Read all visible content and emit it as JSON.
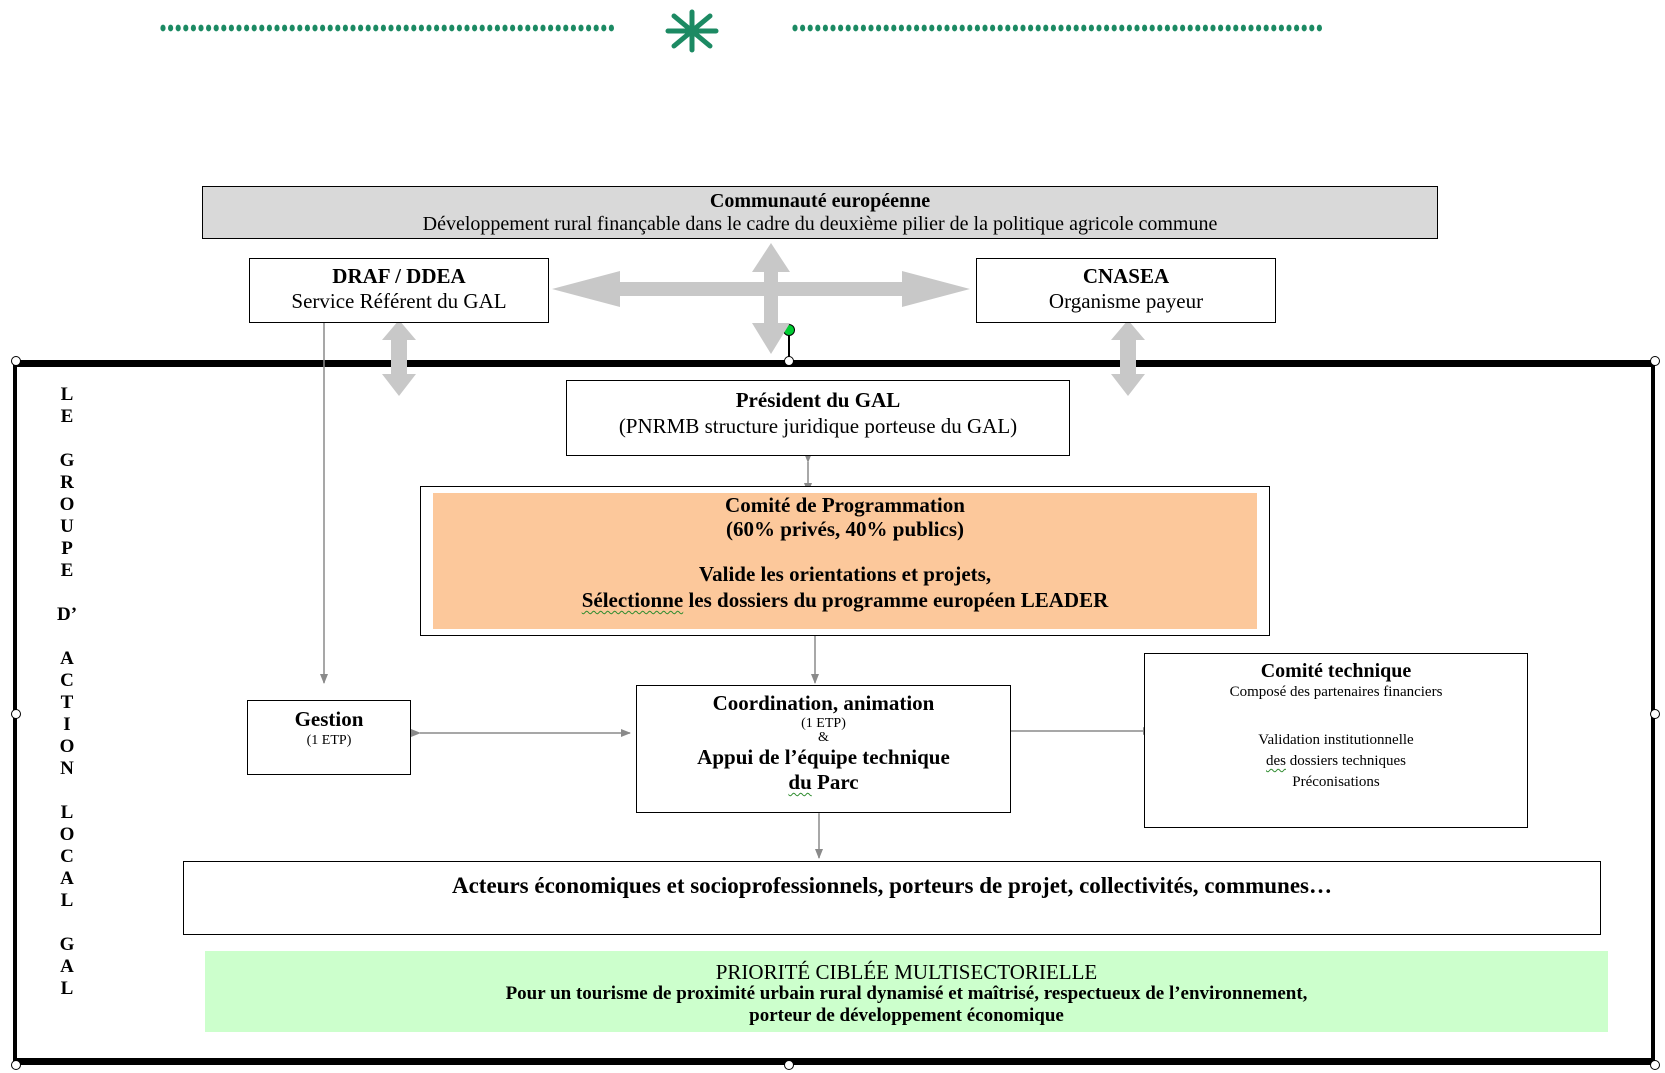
{
  "communaute": {
    "title": "Communauté européenne",
    "subtitle": "Développement rural finançable dans le cadre du deuxième pilier de la politique agricole commune"
  },
  "draf": {
    "title": "DRAF / DDEA",
    "subtitle": "Service Référent du GAL"
  },
  "cnasea": {
    "title": "CNASEA",
    "subtitle": "Organisme payeur"
  },
  "president": {
    "title": "Président du GAL",
    "subtitle": "(PNRMB structure juridique porteuse du GAL)"
  },
  "comite_programmation": {
    "title": "Comité de Programmation",
    "composition": "(60% privés, 40% publics)",
    "line1": "Valide les orientations et projets,",
    "line2_word": "Sélectionne",
    "line2_rest": " les dossiers du programme européen LEADER"
  },
  "gestion": {
    "title": "Gestion",
    "subtitle": "(1 ETP)"
  },
  "coordination": {
    "title": "Coordination, animation",
    "etp": "(1 ETP)",
    "amp": "&",
    "appui": "Appui de l’équipe technique",
    "parc_word": "du",
    "parc_rest": " Parc"
  },
  "comite_technique": {
    "title": "Comité technique",
    "subtitle": "Composé des partenaires financiers",
    "line1": "Validation institutionnelle",
    "line2_word": "des",
    "line2_rest": " dossiers techniques",
    "line3": "Préconisations"
  },
  "acteurs": {
    "text": "Acteurs économiques et socioprofessionnels, porteurs de projet, collectivités, communes…"
  },
  "priorite": {
    "title": "PRIORITÉ CIBLÉE MULTISECTORIELLE",
    "line1": "Pour un tourisme de proximité urbain rural dynamisé et maîtrisé, respectueux de l’environnement,",
    "line2": "porteur de développement économique"
  },
  "vertical_label": [
    "L",
    "E",
    "",
    "G",
    "R",
    "O",
    "U",
    "P",
    "E",
    "",
    "D’",
    "",
    "A",
    "C",
    "T",
    "I",
    "O",
    "N",
    "",
    "L",
    "O",
    "C",
    "A",
    "L",
    "",
    "G",
    "A",
    "L"
  ],
  "colors": {
    "communaute_fill": "#d9d9d9",
    "programmation_fill": "#fcc89b",
    "priorite_fill": "#ccffcc",
    "arrow_grey": "#c8c8c8",
    "dots_green": "#1c8a63",
    "handle_green": "#00cc33"
  },
  "icons": {
    "header_ornament": "asterisk-star-icon"
  }
}
